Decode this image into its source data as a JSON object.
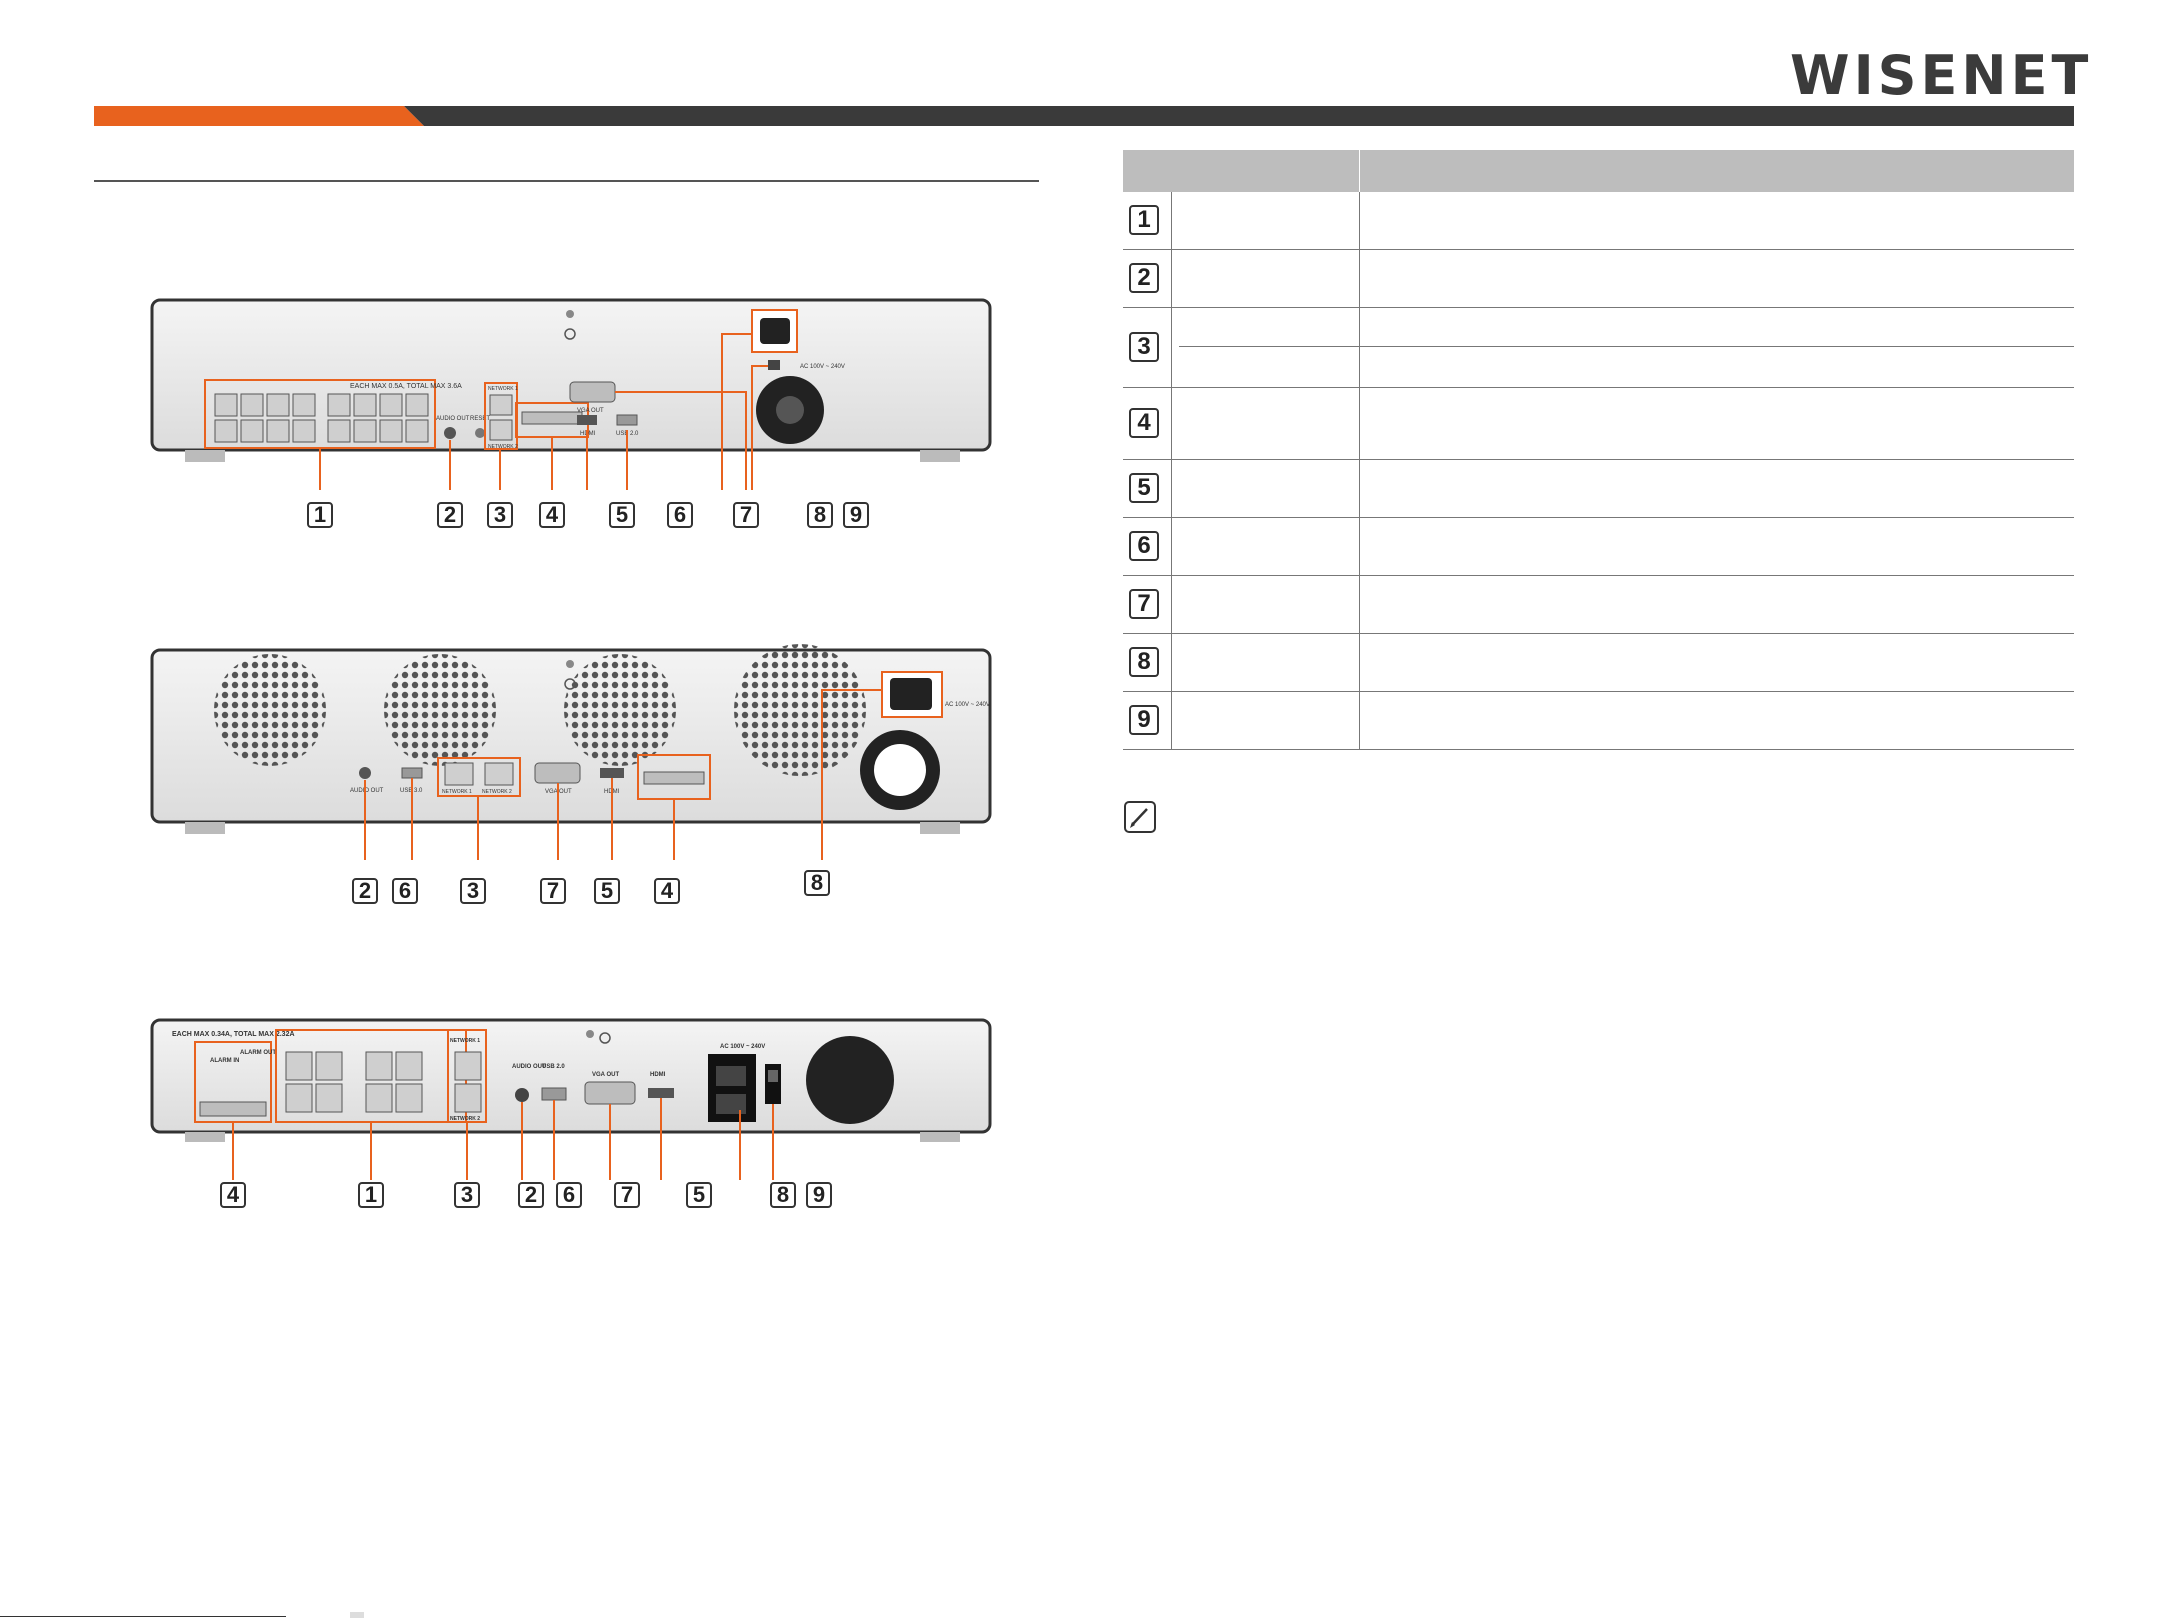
{
  "header": {
    "logo_text": "WISENET",
    "accent_color": "#e8621e",
    "bar_color": "#3a3a3a"
  },
  "figures": [
    {
      "callouts": [
        "1",
        "2",
        "3",
        "4",
        "5",
        "6",
        "7",
        "8",
        "9"
      ]
    },
    {
      "callouts": [
        "2",
        "6",
        "3",
        "7",
        "5",
        "4",
        "8"
      ]
    },
    {
      "callouts": [
        "4",
        "1",
        "3",
        "2",
        "6",
        "7",
        "5",
        "8",
        "9"
      ]
    }
  ],
  "device_labels": {
    "fig1_poe_caption": "EACH MAX 0.5A, TOTAL MAX 3.6A",
    "fig1_network1": "NETWORK 1",
    "fig1_network2": "NETWORK 2",
    "fig1_audio": "AUDIO OUT",
    "fig1_reset": "RESET",
    "fig1_vga": "VGA OUT",
    "fig1_hdmi": "HDMI",
    "fig1_usb": "USB 2.0",
    "fig1_ac": "AC 100V ~ 240V",
    "fig2_audio": "AUDIO OUT",
    "fig2_usb": "USB 3.0",
    "fig2_network1": "NETWORK 1",
    "fig2_network2": "NETWORK 2",
    "fig2_vga": "VGA OUT",
    "fig2_hdmi": "HDMI",
    "fig2_ac": "AC 100V ~ 240V",
    "fig3_poe_caption": "EACH MAX 0.34A, TOTAL MAX 2.32A",
    "fig3_alarm_in": "ALARM IN",
    "fig3_alarm_out": "ALARM OUT",
    "fig3_network1": "NETWORK 1",
    "fig3_network2": "NETWORK 2",
    "fig3_audio": "AUDIO OUT",
    "fig3_usb": "USB 2.0",
    "fig3_vga": "VGA OUT",
    "fig3_hdmi": "HDMI",
    "fig3_ac": "AC 100V ~ 240V"
  },
  "table": {
    "header": [
      "",
      ""
    ],
    "rows": [
      {
        "number": "1",
        "sub_rows": 1
      },
      {
        "number": "2",
        "sub_rows": 1
      },
      {
        "number": "3",
        "sub_rows": 2
      },
      {
        "number": "4",
        "sub_rows": 1
      },
      {
        "number": "5",
        "sub_rows": 1
      },
      {
        "number": "6",
        "sub_rows": 1
      },
      {
        "number": "7",
        "sub_rows": 1
      },
      {
        "number": "8",
        "sub_rows": 1
      },
      {
        "number": "9",
        "sub_rows": 1
      }
    ]
  },
  "icons": {
    "note": "note-pencil-icon"
  }
}
